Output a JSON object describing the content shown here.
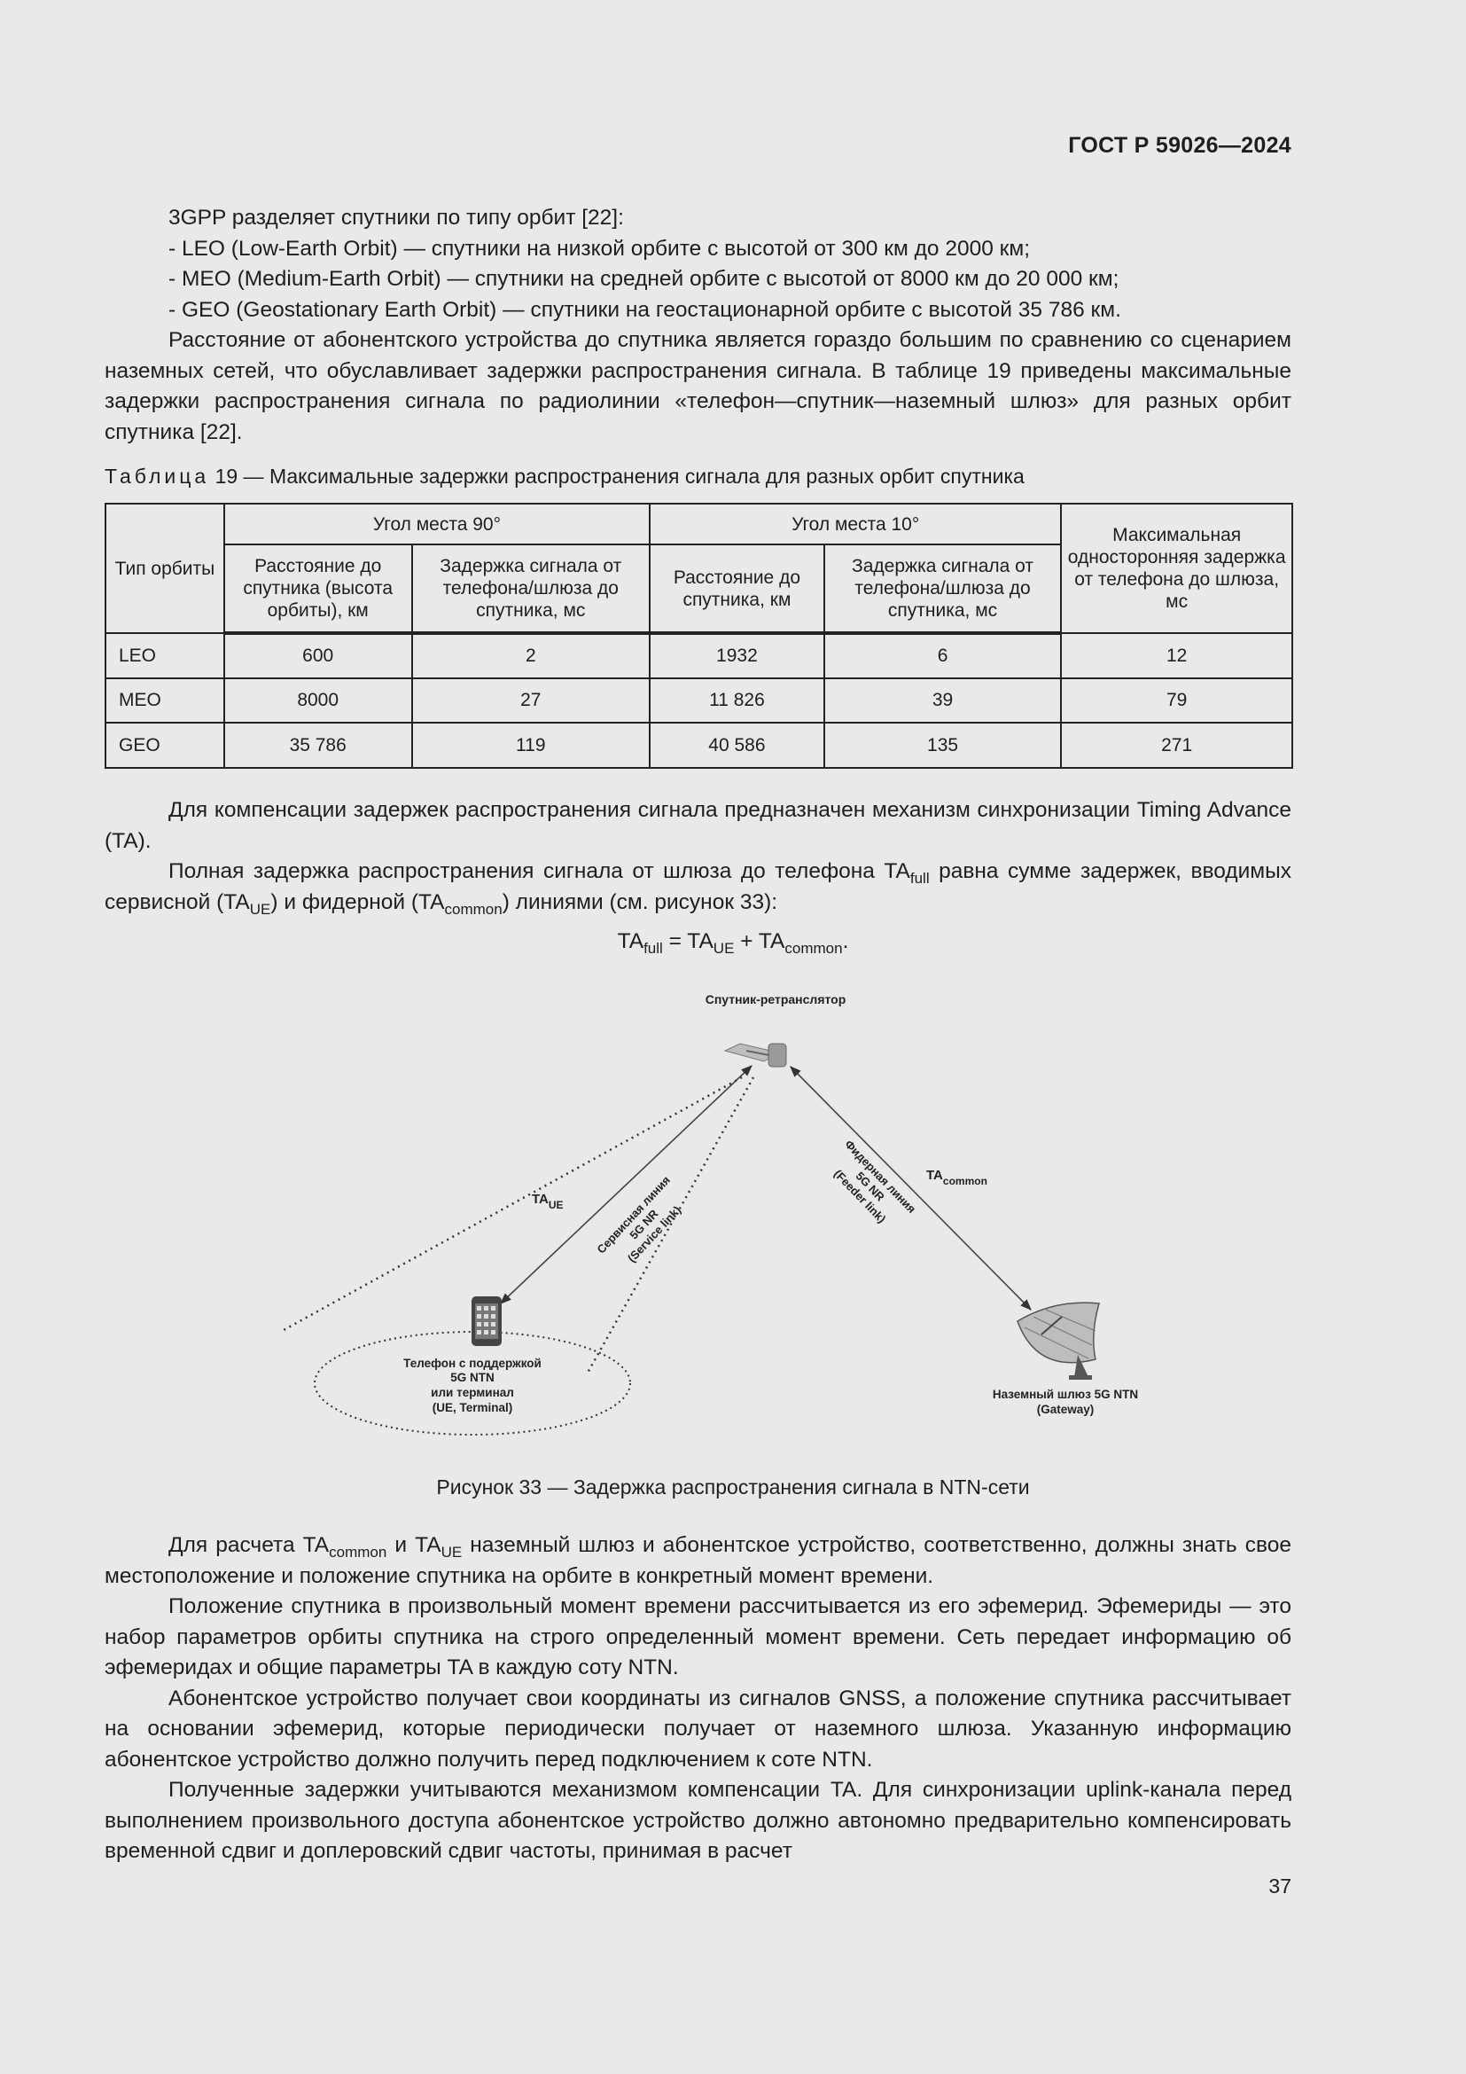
{
  "header": {
    "doc_code": "ГОСТ Р 59026—2024"
  },
  "intro": {
    "p1": "3GPP разделяет спутники по типу орбит [22]:",
    "leo": "- LEO (Low-Earth Orbit) — спутники на низкой орбите с высотой от 300 км до 2000 км;",
    "meo": "- MEO (Medium-Earth Orbit) — спутники на средней орбите с высотой от 8000 км до 20 000 км;",
    "geo": "- GEO (Geostationary Earth Orbit) — спутники на геостационарной орбите с высотой 35 786 км.",
    "p2": "Расстояние от абонентского устройства до спутника является гораздо большим по сравнению со сценарием наземных сетей, что обуславливает задержки распространения сигнала. В таблице 19 приведены максимальные задержки распространения сигнала по радиолинии «телефон—спутник—наземный шлюз» для разных орбит спутника [22]."
  },
  "table": {
    "caption_label": "Таблица",
    "caption_text": "19 — Максимальные задержки распространения сигнала для разных орбит спутника",
    "headers": {
      "orbit_type": "Тип орбиты",
      "elev90": "Угол места 90°",
      "elev10": "Угол места 10°",
      "max_delay": "Максимальная односторонняя задержка от телефона до шлюза, мс",
      "dist_alt": "Расстояние до спутника (высота орбиты), км",
      "delay90": "Задержка сигнала от телефона/шлюза до спутника, мс",
      "dist10": "Расстояние до спутника, км",
      "delay10": "Задержка сигнала от телефона/шлюза до спутника, мс"
    },
    "rows": [
      {
        "orbit": "LEO",
        "dist90": "600",
        "delay90": "2",
        "dist10": "1932",
        "delay10": "6",
        "max": "12"
      },
      {
        "orbit": "MEO",
        "dist90": "8000",
        "delay90": "27",
        "dist10": "11 826",
        "delay10": "39",
        "max": "79"
      },
      {
        "orbit": "GEO",
        "dist90": "35 786",
        "delay90": "119",
        "dist10": "40 586",
        "delay10": "135",
        "max": "271"
      }
    ]
  },
  "mid": {
    "p3": "Для компенсации задержек распространения сигнала предназначен механизм синхронизации Timing Advance (TA).",
    "p4_a": "Полная задержка распространения сигнала от шлюза до телефона TA",
    "p4_sub_full": "full",
    "p4_b": " равна сумме задержек, вводимых сервисной (TA",
    "p4_sub_ue": "UE",
    "p4_c": ") и фидерной (TA",
    "p4_sub_common": "common",
    "p4_d": ") линиями (см. рисунок 33):"
  },
  "formula": {
    "ta": "TA",
    "full": "full",
    "eq": " = ",
    "ue": "UE",
    "plus": " + ",
    "common": "common",
    "end": "."
  },
  "figure": {
    "satellite_label": "Спутник-ретранслятор",
    "ta_ue_main": "TA",
    "ta_ue_sub": "UE",
    "ta_common_main": "TA",
    "ta_common_sub": "common",
    "service_link_1": "Сервисная линия",
    "service_link_2": "5G NR",
    "service_link_3": "(Service link)",
    "feeder_link_1": "Фидерная линия",
    "feeder_link_2": "5G NR",
    "feeder_link_3": "(Feeder link)",
    "phone_label_1": "Телефон с поддержкой",
    "phone_label_2": "5G NTN",
    "phone_label_3": "или терминал",
    "phone_label_4": "(UE, Terminal)",
    "gateway_label_1": "Наземный шлюз 5G NTN",
    "gateway_label_2": "(Gateway)",
    "caption": "Рисунок 33 — Задержка распространения сигнала в NTN-сети"
  },
  "tail": {
    "p5_a": "Для расчета TA",
    "p5_sub_common": "common",
    "p5_b": " и TA",
    "p5_sub_ue": "UE",
    "p5_c": " наземный шлюз и абонентское устройство, соответственно, должны знать свое местоположение и положение спутника на орбите в конкретный момент времени.",
    "p6": "Положение спутника в произвольный момент времени рассчитывается из его эфемерид. Эфемериды — это набор параметров орбиты спутника на строго определенный момент времени. Сеть передает информацию об эфемеридах и общие параметры TA в каждую соту NTN.",
    "p7": "Абонентское устройство получает свои координаты из сигналов GNSS, а положение спутника рассчитывает на основании эфемерид, которые периодически получает от наземного шлюза. Указанную информацию абонентское устройство должно получить перед подключением к соте NTN.",
    "p8": "Полученные задержки учитываются механизмом компенсации TA. Для синхронизации uplink-канала перед выполнением произвольного доступа абонентское устройство должно автономно предварительно компенсировать временной сдвиг и доплеровский сдвиг частоты, принимая в расчет"
  },
  "footer": {
    "page_number": "37"
  }
}
